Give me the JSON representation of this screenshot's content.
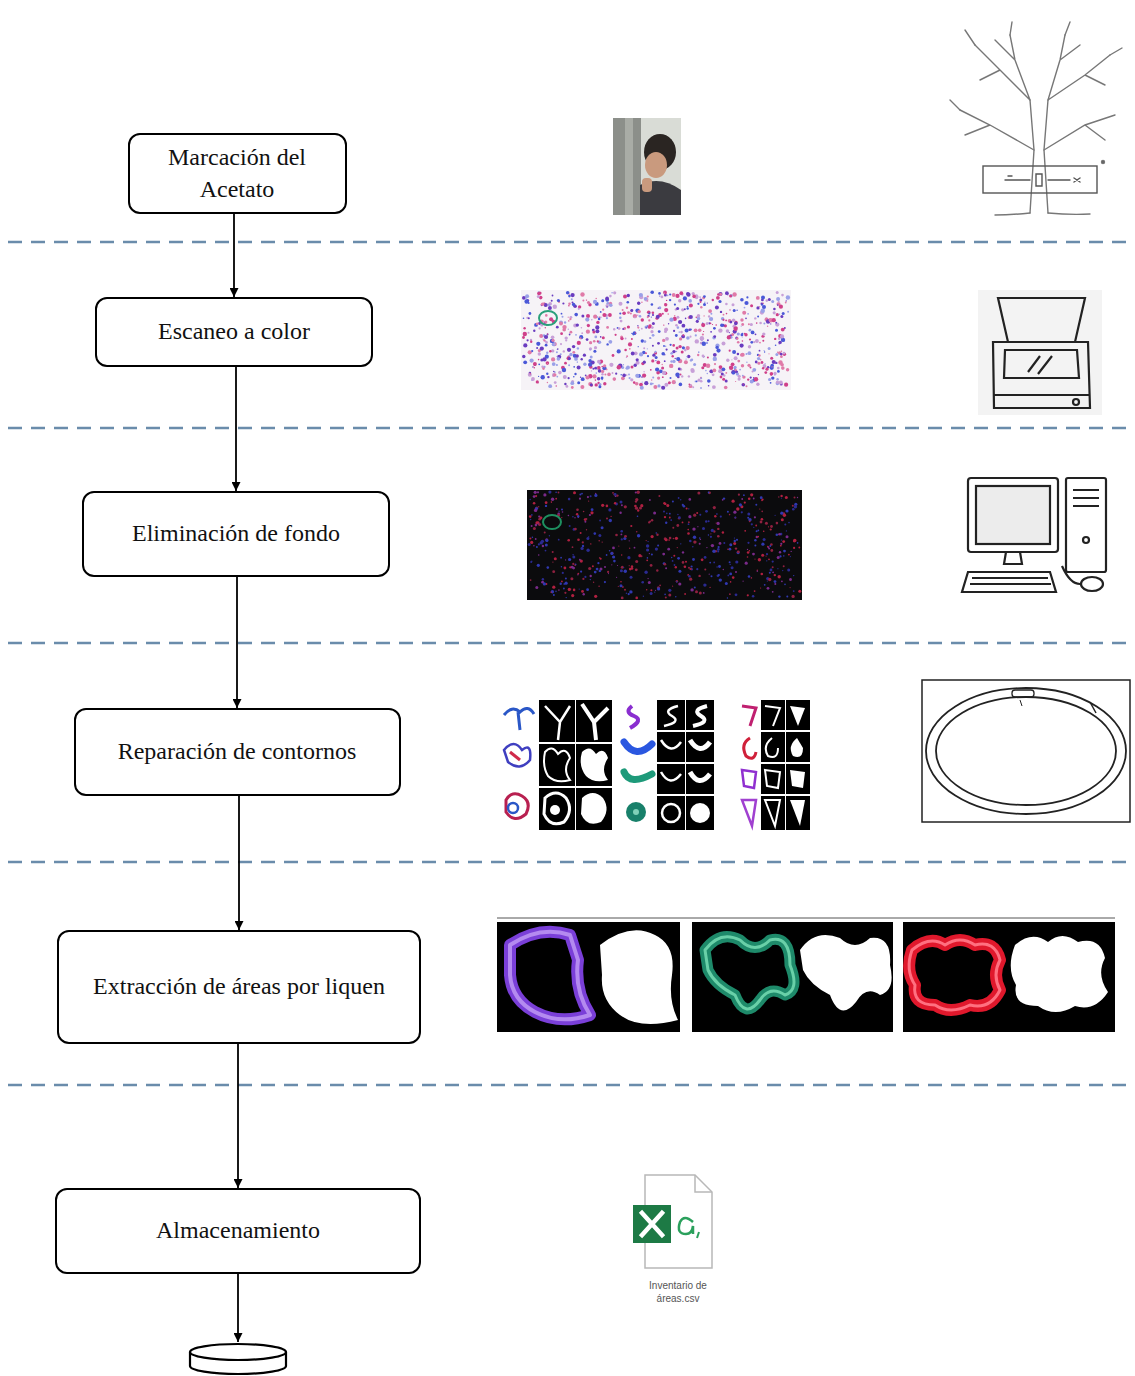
{
  "diagram": {
    "nodes": [
      {
        "text": [
          "Marcación del Acetato"
        ]
      },
      {
        "text": [
          "Escaneo a color"
        ]
      },
      {
        "text": [
          "Eliminación de fondo"
        ]
      },
      {
        "text": [
          "Reparación de contornos"
        ]
      },
      {
        "text": [
          "Extracción de áreas por liquen"
        ]
      },
      {
        "text": [
          "Almacenamiento"
        ]
      }
    ],
    "edges": [
      {
        "from": 0,
        "to": 1,
        "arrow": "to"
      },
      {
        "from": 1,
        "to": 2,
        "arrow": "to"
      },
      {
        "from": 2,
        "to": 3,
        "arrow": "to"
      },
      {
        "from": 3,
        "to": 4,
        "arrow": "to"
      },
      {
        "from": 4,
        "to": 5,
        "arrow": "to"
      }
    ],
    "labels": [
      "Inventario de áreas.csv"
    ]
  }
}
